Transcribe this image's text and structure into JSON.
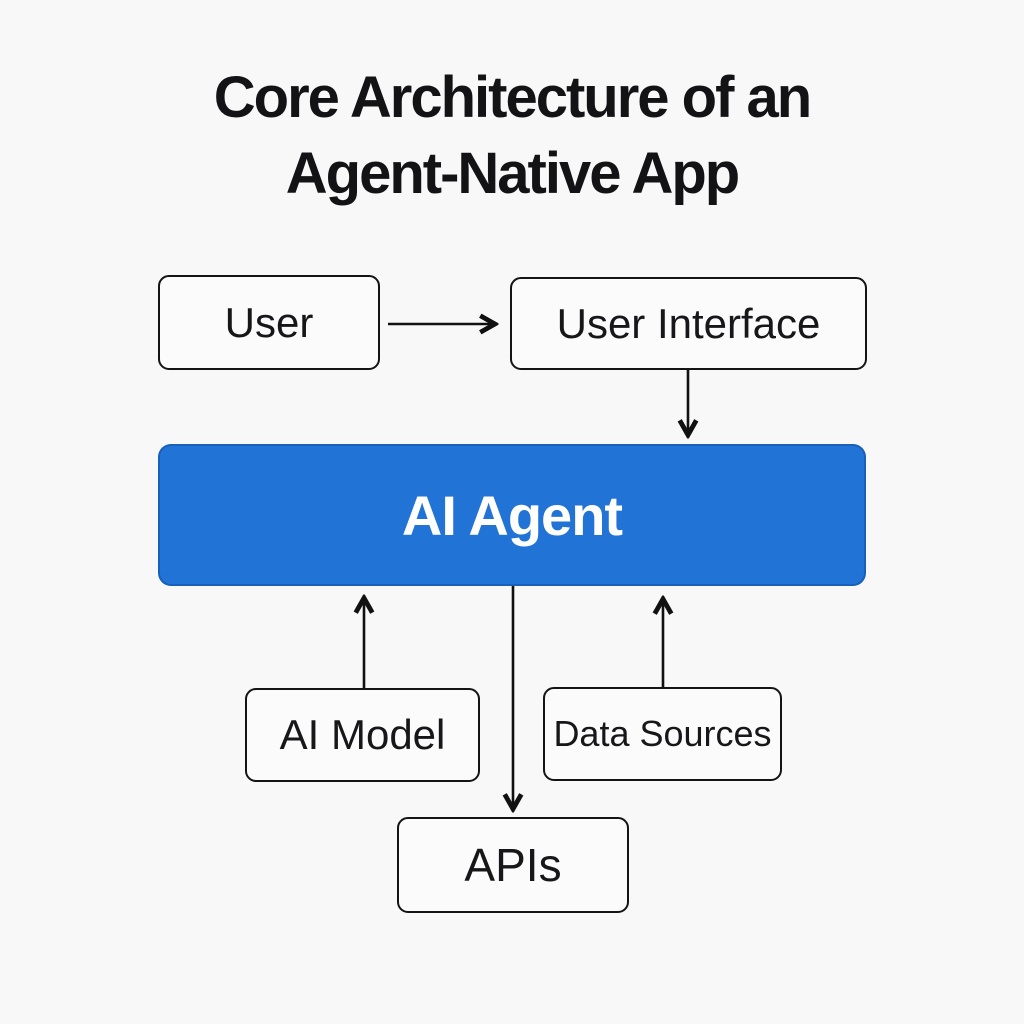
{
  "title": {
    "line1": "Core Architecture of an",
    "line2": "Agent-Native App"
  },
  "nodes": {
    "user": {
      "label": "User"
    },
    "user_interface": {
      "label": "User Interface"
    },
    "ai_agent": {
      "label": "AI Agent"
    },
    "ai_model": {
      "label": "AI Model"
    },
    "data_sources": {
      "label": "Data Sources"
    },
    "apis": {
      "label": "APIs"
    }
  },
  "edges": [
    {
      "from": "user",
      "to": "user_interface",
      "direction": "right"
    },
    {
      "from": "user_interface",
      "to": "ai_agent",
      "direction": "down"
    },
    {
      "from": "ai_model",
      "to": "ai_agent",
      "direction": "up"
    },
    {
      "from": "ai_agent",
      "to": "apis",
      "direction": "down"
    },
    {
      "from": "data_sources",
      "to": "ai_agent",
      "direction": "up"
    }
  ],
  "colors": {
    "background": "#F8F8F8",
    "box_fill": "#FBFBFB",
    "box_border": "#141414",
    "arrow": "#111111",
    "title_text": "#131316",
    "accent_blue": "#2173D5",
    "agent_text": "#FFFFFF"
  }
}
